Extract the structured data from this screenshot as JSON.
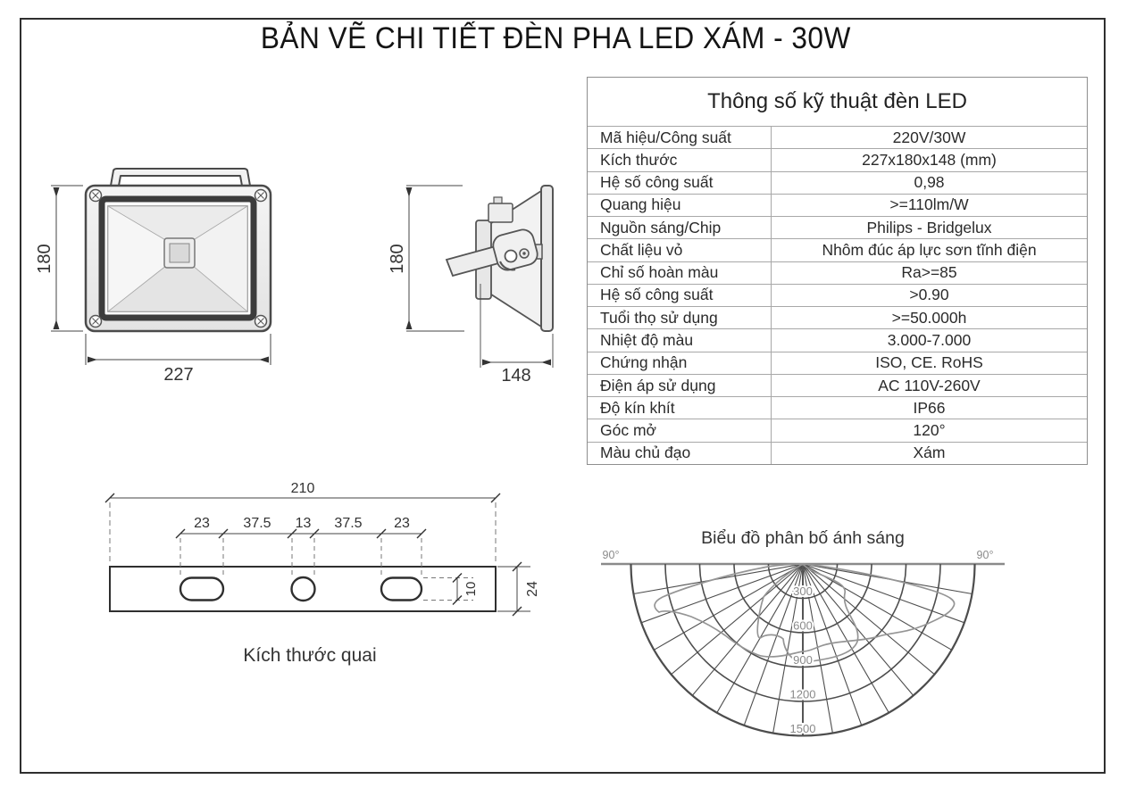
{
  "title": "BẢN VẼ CHI TIẾT ĐÈN PHA LED XÁM - 30W",
  "table": {
    "title": "Thông số kỹ thuật đèn LED",
    "rows": [
      {
        "label": "Mã hiệu/Công suất",
        "value": "220V/30W"
      },
      {
        "label": "Kích thước",
        "value": "227x180x148 (mm)"
      },
      {
        "label": "Hệ số công suất",
        "value": "0,98"
      },
      {
        "label": "Quang hiệu",
        "value": ">=110lm/W"
      },
      {
        "label": "Nguồn sáng/Chip",
        "value": "Philips - Bridgelux"
      },
      {
        "label": "Chất liệu vỏ",
        "value": "Nhôm đúc áp lực sơn tĩnh điện"
      },
      {
        "label": "Chỉ số hoàn màu",
        "value": "Ra>=85"
      },
      {
        "label": "Hệ số công suất",
        "value": ">0.90"
      },
      {
        "label": "Tuổi thọ sử dụng",
        "value": ">=50.000h"
      },
      {
        "label": "Nhiệt độ màu",
        "value": "3.000-7.000"
      },
      {
        "label": "Chứng nhận",
        "value": "ISO, CE. RoHS"
      },
      {
        "label": "Điện áp sử dụng",
        "value": "AC 110V-260V"
      },
      {
        "label": "Độ kín khít",
        "value": "IP66"
      },
      {
        "label": "Góc mở",
        "value": "120°"
      },
      {
        "label": "Màu chủ đạo",
        "value": "Xám"
      }
    ]
  },
  "front_view": {
    "height": "180",
    "width": "227"
  },
  "side_view": {
    "height": "180",
    "depth": "148"
  },
  "bracket": {
    "caption": "Kích thước quai",
    "total_width": "210",
    "segments": [
      "23",
      "37.5",
      "13",
      "37.5",
      "23"
    ],
    "hole_height": "10",
    "bar_height": "24"
  },
  "distribution": {
    "title": "Biểu đồ phân bố ánh sáng",
    "angle_left": "90°",
    "angle_right": "90°",
    "rings": [
      "300",
      "600",
      "900",
      "1200",
      "1500"
    ]
  },
  "chart_data": {
    "type": "line",
    "subtype": "polar-photometric-semicircle",
    "title": "Biểu đồ phân bố ánh sáng",
    "angle_axis": {
      "unit": "deg",
      "end_labels": [
        "90°",
        "90°"
      ],
      "range_deg_from_vertical": [
        -90,
        90
      ],
      "spoke_step_deg": 10
    },
    "radial_axis": {
      "ticks": [
        300,
        600,
        900,
        1200,
        1500
      ]
    },
    "legend": "none",
    "grid": true,
    "values_estimated": true,
    "series": [
      {
        "name": "beam-curve-wide-batwing",
        "points_angle_intensity": [
          [
            -82,
            350
          ],
          [
            -74,
            1350
          ],
          [
            -64,
            1070
          ],
          [
            -47,
            920
          ],
          [
            -28,
            880
          ],
          [
            -15,
            860
          ],
          [
            0,
            770
          ],
          [
            15,
            740
          ],
          [
            29,
            770
          ],
          [
            45,
            900
          ],
          [
            55,
            1080
          ],
          [
            63,
            1260
          ],
          [
            77,
            1350
          ],
          [
            82,
            400
          ]
        ]
      },
      {
        "name": "beam-curve-narrow-lobe",
        "points_angle_intensity": [
          [
            -70,
            150
          ],
          [
            -50,
            450
          ],
          [
            -30,
            780
          ],
          [
            -15,
            700
          ],
          [
            0,
            860
          ],
          [
            20,
            820
          ],
          [
            35,
            825
          ],
          [
            55,
            450
          ],
          [
            75,
            150
          ]
        ]
      }
    ]
  }
}
